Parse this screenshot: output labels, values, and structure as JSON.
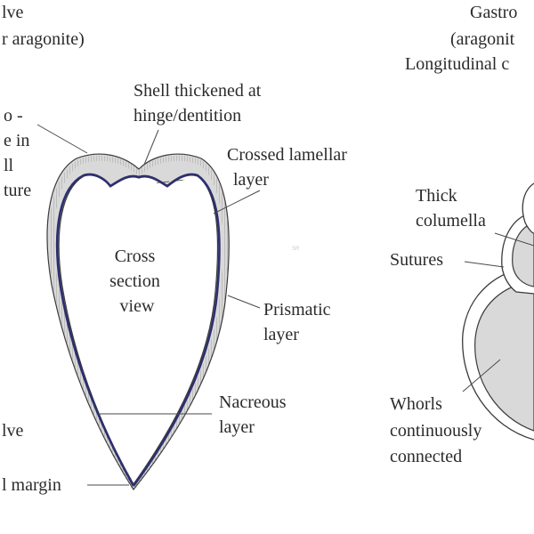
{
  "bivalve": {
    "heading": "lve",
    "subheading": "r aragonite)",
    "cross_section_label": [
      "Cross",
      "section",
      "view"
    ],
    "labels": {
      "hinge": [
        "Shell thickened at",
        "hinge/dentition"
      ],
      "crossed_lamellar": [
        "Crossed lamellar",
        "layer"
      ],
      "prismatic": [
        "Prismatic",
        "layer"
      ],
      "nacreous": [
        "Nacreous",
        "layer"
      ],
      "left_partial": [
        "o -",
        "e in",
        "ll",
        "ture"
      ],
      "left_bottom": "lve",
      "margin": "l margin"
    }
  },
  "gastropod": {
    "heading": "Gastro",
    "subheading": "(aragonit",
    "subheading_2": "Longitudinal c",
    "labels": {
      "columella": [
        "Thick",
        "columella"
      ],
      "sutures": "Sutures",
      "whorls": [
        "Whorls",
        "continuously",
        "connected"
      ]
    }
  },
  "watermark": "SR",
  "colors": {
    "shell_fill": "#d9d9d9",
    "shell_outline": "#3a3a3a",
    "nacre_line": "#2d2f6e",
    "text": "#2b2b2b"
  }
}
